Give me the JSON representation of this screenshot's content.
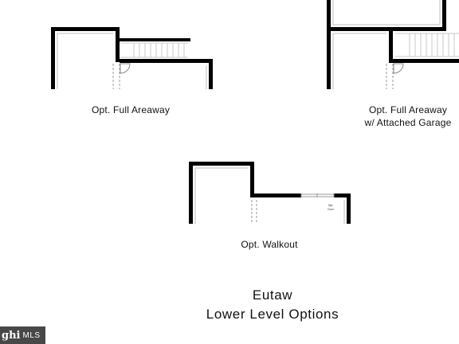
{
  "options": [
    {
      "caption_line1": "Opt. Full Areaway",
      "caption_line2": ""
    },
    {
      "caption_line1": "Opt. Full Areaway",
      "caption_line2": "w/ Attached Garage"
    },
    {
      "caption_line1": "Opt. Walkout",
      "caption_line2": "",
      "door_note": "Opt. Door"
    }
  ],
  "title": {
    "line1": "Eutaw",
    "line2": "Lower Level Options"
  },
  "watermark": {
    "logo": "ghi",
    "label": "MLS"
  }
}
